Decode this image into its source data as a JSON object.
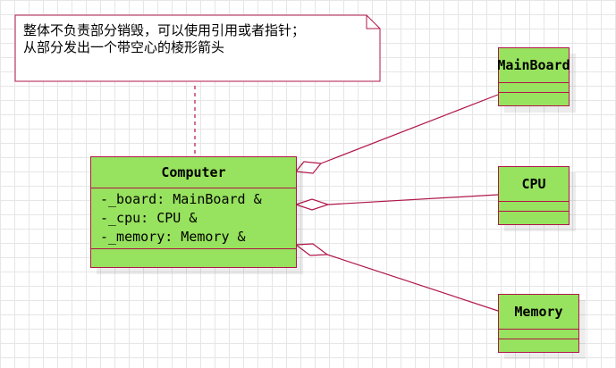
{
  "note": {
    "lines": [
      "整体不负责部分销毁，可以使用引用或者指针；",
      "从部分发出一个带空心的棱形箭头"
    ]
  },
  "classes": {
    "computer": {
      "name": "Computer",
      "attributes": [
        "-_board: MainBoard &",
        "-_cpu: CPU &",
        "-_memory: Memory &"
      ]
    },
    "mainboard": {
      "name": "MainBoard"
    },
    "cpu": {
      "name": "CPU"
    },
    "memory": {
      "name": "Memory"
    }
  },
  "colors": {
    "class_fill": "#97e25e",
    "stroke": "#b0174a"
  }
}
